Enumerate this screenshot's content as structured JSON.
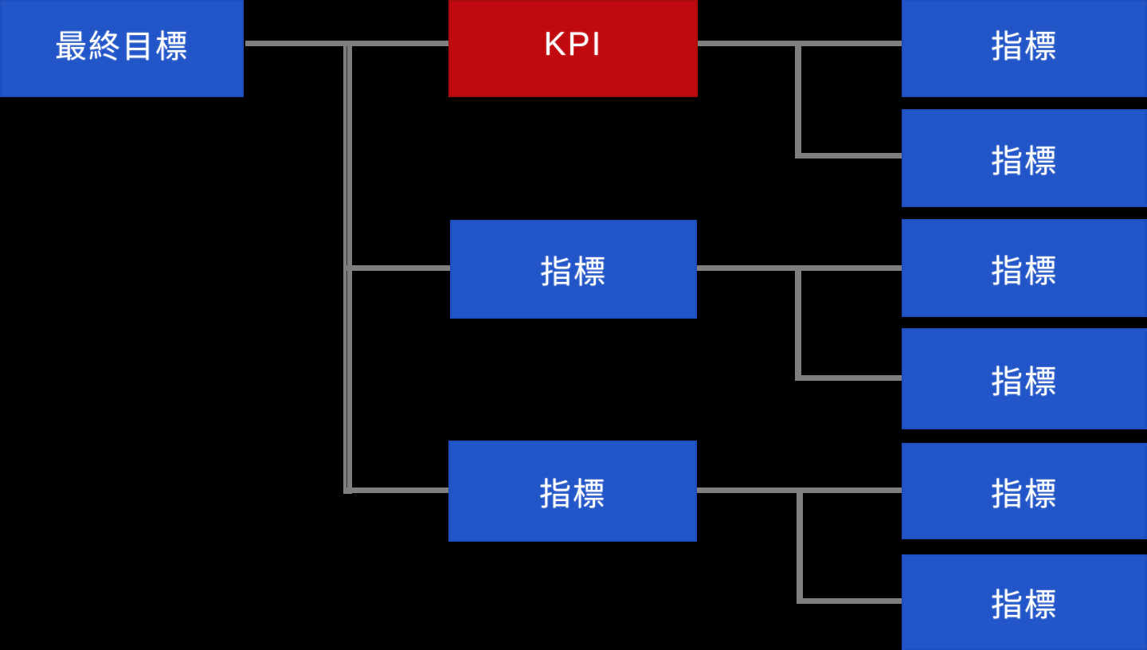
{
  "colors": {
    "background": "#000000",
    "node_blue": "#2256C8",
    "node_blue_border": "#1E4DBD",
    "node_red": "#C00A0F",
    "node_red_border": "#A80A0E",
    "connector_gray": "#7F7F7F",
    "label_text": "#FFFFFF"
  },
  "nodes": {
    "goal": {
      "label": "最終目標"
    },
    "kpi": {
      "label": "KPI"
    },
    "mids": [
      {
        "label": "指標"
      },
      {
        "label": "指標"
      }
    ],
    "leaves": [
      {
        "label": "指標"
      },
      {
        "label": "指標"
      },
      {
        "label": "指標"
      },
      {
        "label": "指標"
      },
      {
        "label": "指標"
      },
      {
        "label": "指標"
      }
    ]
  }
}
